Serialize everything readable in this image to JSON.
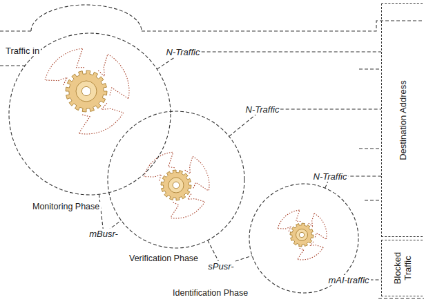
{
  "diagram": {
    "nodes": [
      {
        "text": [
          "Monitoring Phase"
        ]
      },
      {
        "text": [
          "Verification Phase"
        ]
      },
      {
        "text": [
          "Identification Phase"
        ]
      },
      {
        "text": [
          "Destination Address"
        ]
      },
      {
        "text": [
          "Blocked Traffic"
        ]
      }
    ],
    "edges": [
      {
        "from": 0,
        "to": 3,
        "label": "N-Traffic",
        "arrow": "none"
      },
      {
        "from": 1,
        "to": 3,
        "label": "N-Traffic",
        "arrow": "none"
      },
      {
        "from": 2,
        "to": 3,
        "label": "N-Traffic",
        "arrow": "none"
      },
      {
        "from": 2,
        "to": 4,
        "label": "mAI-traffic",
        "arrow": "none"
      },
      {
        "from": 0,
        "to": 1,
        "label": "mBusr-",
        "arrow": "none"
      },
      {
        "from": 1,
        "to": 2,
        "label": "sPusr-",
        "arrow": "none"
      }
    ],
    "labels": [
      "Traffic in"
    ]
  }
}
